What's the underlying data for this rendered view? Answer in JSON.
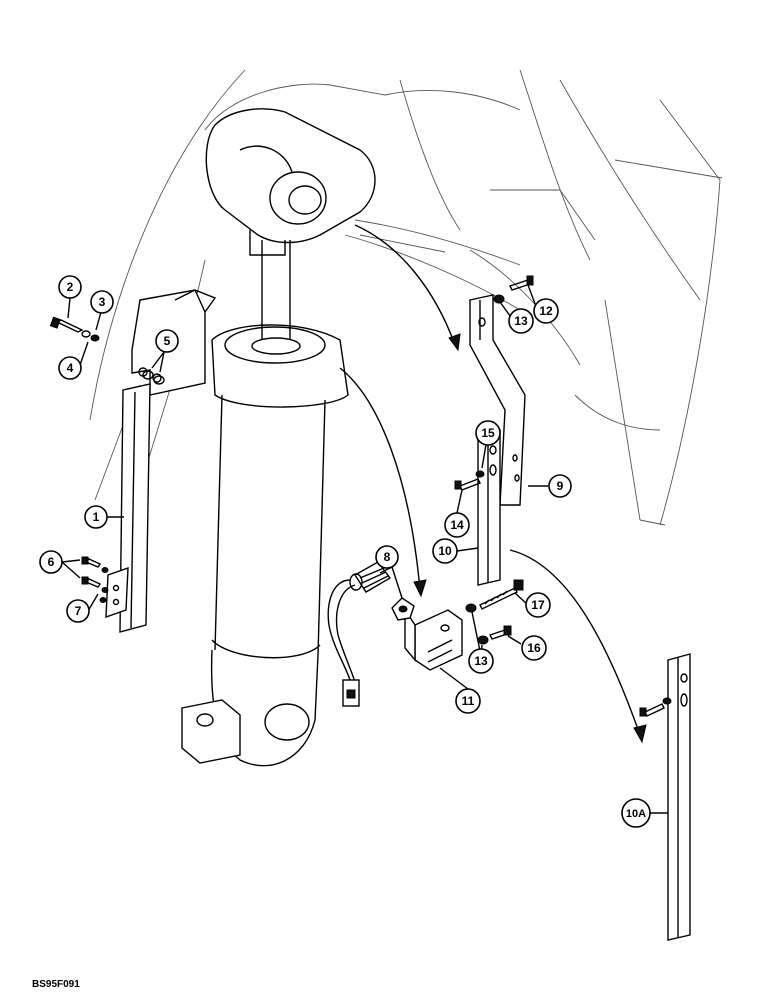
{
  "callouts": {
    "c1": "1",
    "c2": "2",
    "c3": "3",
    "c4": "4",
    "c5": "5",
    "c6": "6",
    "c7": "7",
    "c8": "8",
    "c9": "9",
    "c10": "10",
    "c10a": "10A",
    "c11": "11",
    "c12": "12",
    "c13a": "13",
    "c13b": "13",
    "c14": "14",
    "c15": "15",
    "c16": "16",
    "c17": "17"
  },
  "figure_code": "BS95F091"
}
